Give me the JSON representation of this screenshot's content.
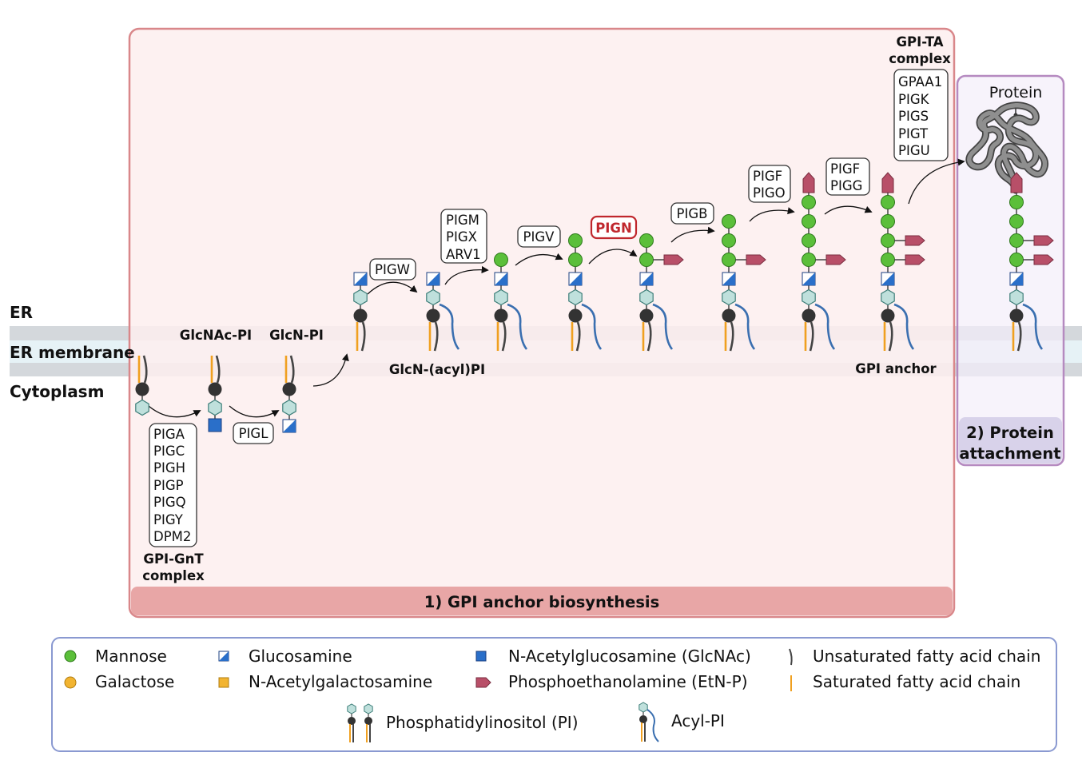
{
  "regions": {
    "er": "ER",
    "er_membrane": "ER membrane",
    "cytoplasm": "Cytoplasm"
  },
  "sections": {
    "biosynthesis_title": "1) GPI anchor biosynthesis",
    "attachment_title_line1": "2) Protein",
    "attachment_title_line2": "attachment"
  },
  "stage_labels": {
    "glcnac_pi": "GlcNAc-PI",
    "glcn_pi": "GlcN-PI",
    "glcn_acyl_pi": "GlcN-(acyl)PI",
    "gpi_anchor": "GPI anchor",
    "protein": "Protein"
  },
  "complexes": {
    "gpi_gnt_line1": "GPI-GnT",
    "gpi_gnt_line2": "complex",
    "gpi_ta_line1": "GPI-TA",
    "gpi_ta_line2": "complex"
  },
  "enzymes": {
    "gnt": [
      "PIGA",
      "PIGC",
      "PIGH",
      "PIGP",
      "PIGQ",
      "PIGY",
      "DPM2"
    ],
    "pigl": "PIGL",
    "pigw": "PIGW",
    "pigm_group": [
      "PIGM",
      "PIGX",
      "ARV1"
    ],
    "pigv": "PIGV",
    "pign": "PIGN",
    "pigb": "PIGB",
    "pigf_pigo": [
      "PIGF",
      "PIGO"
    ],
    "pigf_pigg": [
      "PIGF",
      "PIGG"
    ],
    "gpi_ta": [
      "GPAA1",
      "PIGK",
      "PIGS",
      "PIGT",
      "PIGU"
    ]
  },
  "legend": {
    "mannose": "Mannose",
    "galactose": "Galactose",
    "glucosamine": "Glucosamine",
    "galnac": "N-Acetylgalactosamine",
    "glcnac": "N-Acetylglucosamine  (GlcNAc)",
    "etnp": "Phosphoethanolamine (EtN-P)",
    "unsat": "Unsaturated fatty acid chain",
    "sat": "Saturated fatty acid chain",
    "pi": "Phosphatidylinositol (PI)",
    "acyl_pi": "Acyl-PI"
  },
  "colors": {
    "mannose": "#5bbf3a",
    "galactose": "#f2b431",
    "glucosamine": "#2a6fc9",
    "glcnac": "#2a6fc9",
    "galnac": "#f2b431",
    "etnp": "#b84f68",
    "inositol": "#bfe0dc",
    "phosphate": "#333333",
    "saturated_chain": "#f0a020",
    "unsaturated_chain": "#444444",
    "acyl_chain": "#3a6fb0",
    "membrane": "#d4d8dc",
    "biosynthesis_box_fill": "#fdeeee",
    "biosynthesis_box_border": "#d9878a",
    "attachment_box_border": "#b58ac0",
    "highlight_red": "#c0272d",
    "legend_border": "#8a99d1"
  }
}
